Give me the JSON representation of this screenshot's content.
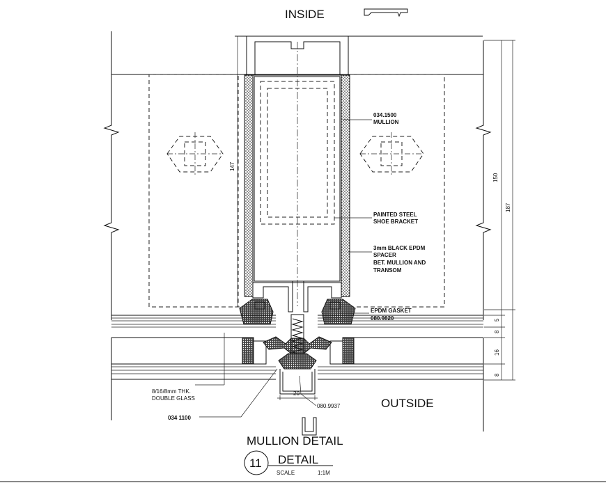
{
  "headings": {
    "inside": "INSIDE",
    "outside": "OUTSIDE",
    "mullion_detail": "MULLION DETAIL"
  },
  "callouts": {
    "mullion_code": "034.1500",
    "mullion_name": "MULLION",
    "bracket_line1": "PAINTED STEEL",
    "bracket_line2": "SHOE BRACKET",
    "spacer_line1": "3mm BLACK EPDM",
    "spacer_line2": "SPACER",
    "spacer_line3": "BET. MULLION AND",
    "spacer_line4": "TRANSOM",
    "gasket_line1": "EPDM GASKET",
    "gasket_line2": "080.9820",
    "glass_line1": "8/16/8mm THK.",
    "glass_line2": "DOUBLE GLASS",
    "pressure_plate": "034 1100",
    "cap": "080.9937"
  },
  "dimensions": {
    "mullion_height": "147",
    "frame_150": "150",
    "overall_187": "187",
    "d5": "5",
    "d8a": "8",
    "d16": "16",
    "d8b": "8",
    "width_20": "20"
  },
  "title_block": {
    "detail_number": "11",
    "detail_title": "DETAIL",
    "scale_label": "SCALE",
    "scale_value": "1:1M"
  }
}
